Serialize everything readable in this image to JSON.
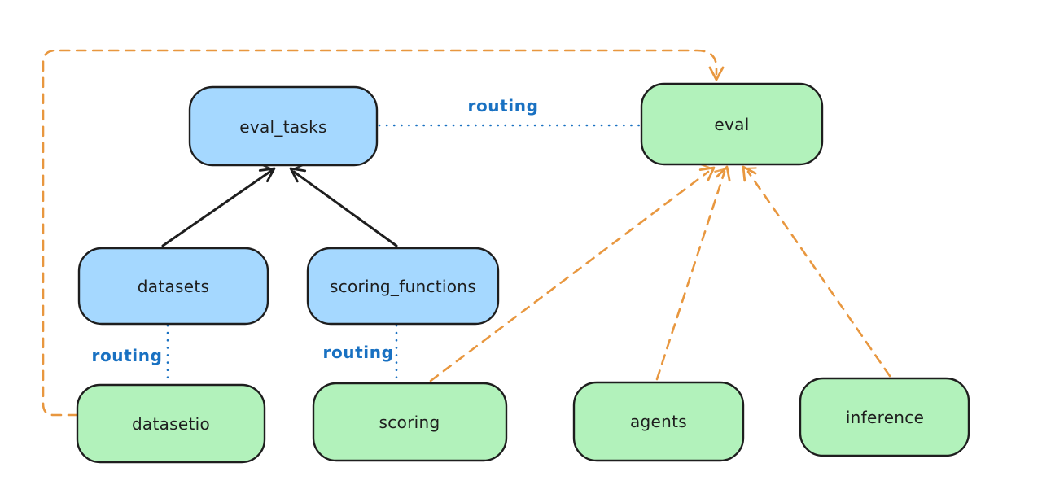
{
  "diagram": {
    "colors": {
      "background": "#ffffff",
      "blue_node_fill": "#a5d8ff",
      "green_node_fill": "#b2f2bb",
      "node_stroke": "#1e1e1e",
      "node_text": "#1e1e1e",
      "black_arrow": "#1e1e1e",
      "routing_blue": "#1971c2",
      "orange_dashed": "#e8973f"
    },
    "nodes": {
      "eval_tasks": {
        "label": "eval_tasks"
      },
      "eval": {
        "label": "eval"
      },
      "datasets": {
        "label": "datasets"
      },
      "scoring_functions": {
        "label": "scoring_functions"
      },
      "datasetio": {
        "label": "datasetio"
      },
      "scoring": {
        "label": "scoring"
      },
      "agents": {
        "label": "agents"
      },
      "inference": {
        "label": "inference"
      }
    },
    "edge_labels": {
      "eval_tasks_to_eval": "routing",
      "datasets_to_datasetio": "routing",
      "scoring_functions_to_scoring": "routing"
    }
  }
}
